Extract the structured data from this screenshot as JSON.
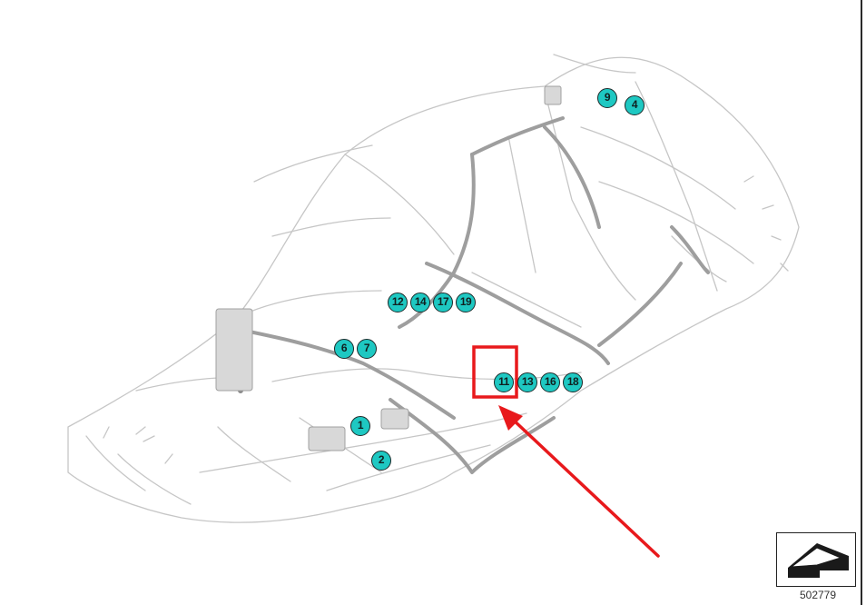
{
  "markers": [
    {
      "id": "marker-1",
      "label": "1"
    },
    {
      "id": "marker-2",
      "label": "2"
    },
    {
      "id": "marker-4",
      "label": "4"
    },
    {
      "id": "marker-6",
      "label": "6"
    },
    {
      "id": "marker-7",
      "label": "7"
    },
    {
      "id": "marker-9",
      "label": "9"
    },
    {
      "id": "marker-11",
      "label": "11"
    },
    {
      "id": "marker-12",
      "label": "12"
    },
    {
      "id": "marker-13",
      "label": "13"
    },
    {
      "id": "marker-14",
      "label": "14"
    },
    {
      "id": "marker-16",
      "label": "16"
    },
    {
      "id": "marker-17",
      "label": "17"
    },
    {
      "id": "marker-18",
      "label": "18"
    },
    {
      "id": "marker-19",
      "label": "19"
    }
  ],
  "highlight": {
    "target": "11",
    "color": "#e8191c"
  },
  "colors": {
    "marker_fill": "#1ec8c2",
    "wiring": "#c4c4c4",
    "highlight": "#e8191c"
  },
  "reference": {
    "number": "502779",
    "icon": "view-direction-icon"
  }
}
